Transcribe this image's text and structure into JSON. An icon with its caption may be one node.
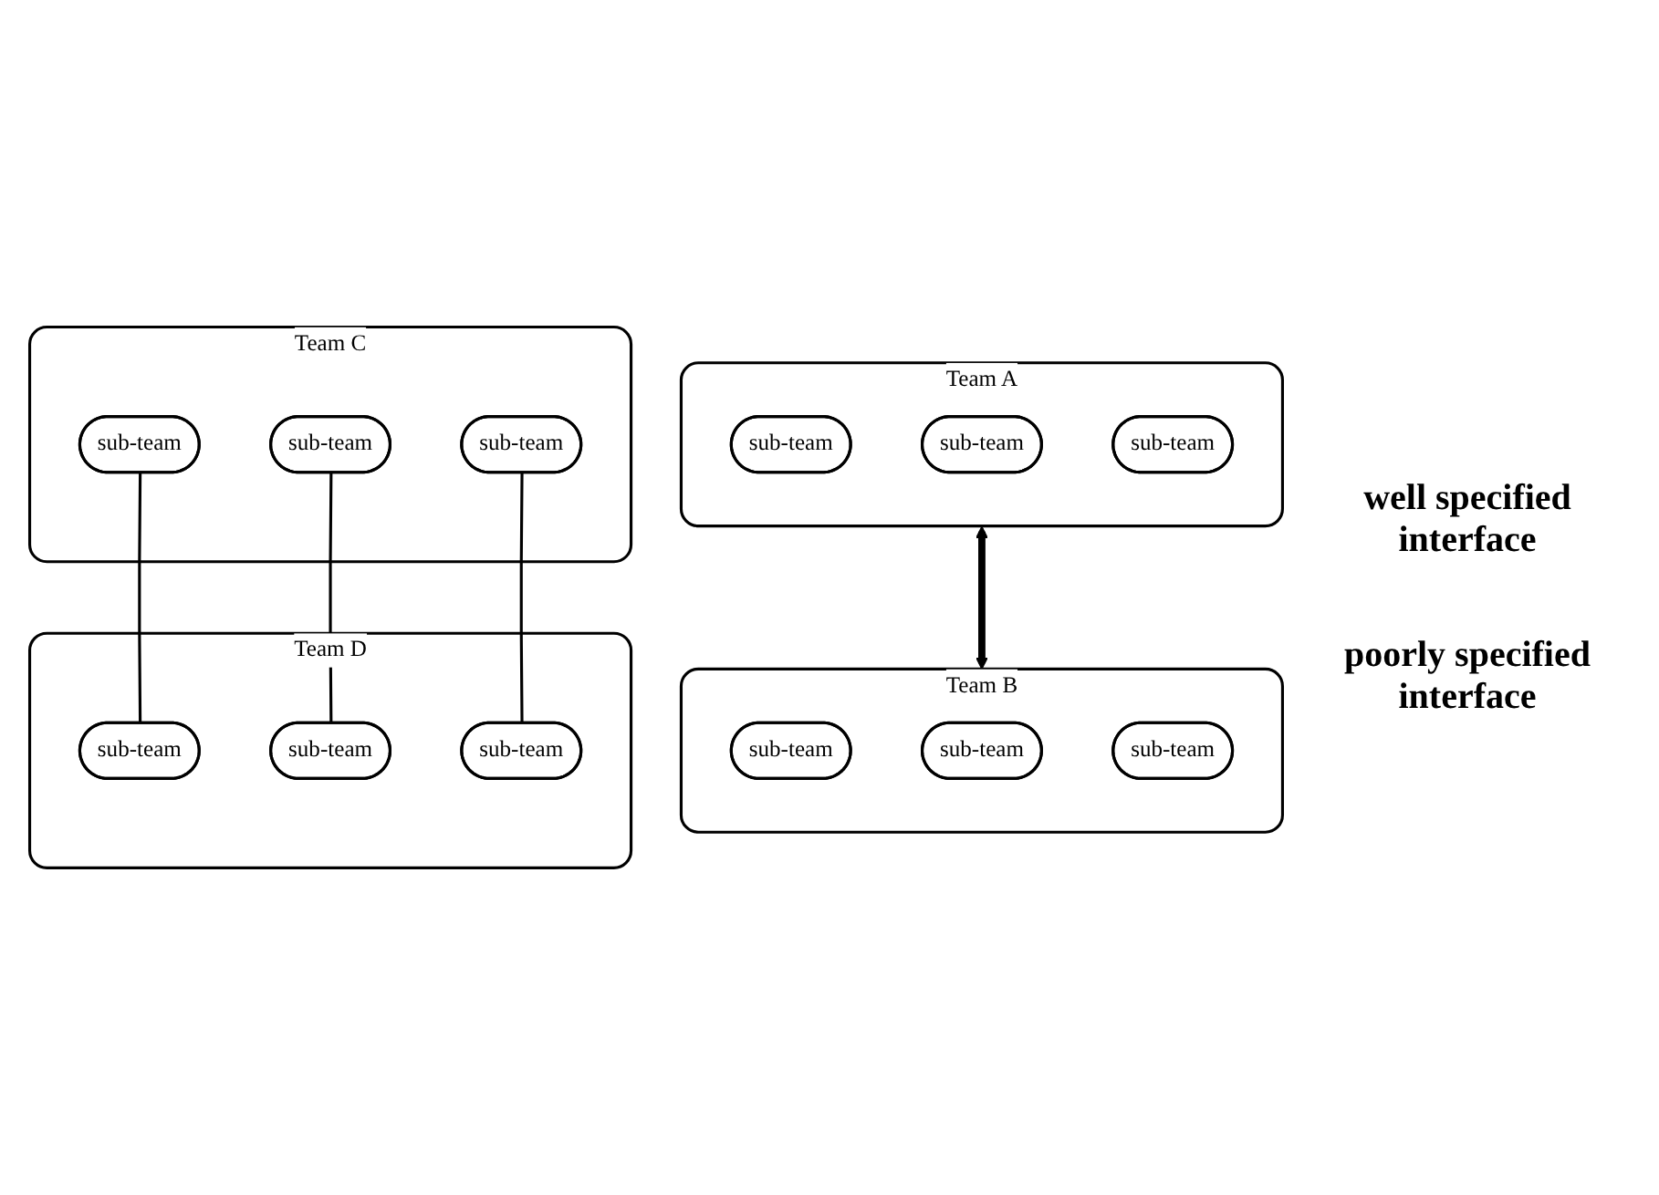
{
  "diagram": {
    "nodes": [
      {
        "text": [
          "Team A"
        ]
      },
      {
        "text": [
          "sub-team"
        ],
        "in": 0
      },
      {
        "text": [
          "sub-team"
        ],
        "in": 0
      },
      {
        "text": [
          "sub-team"
        ],
        "in": 0
      },
      {
        "text": [
          "Team C"
        ]
      },
      {
        "text": [
          "sub-team"
        ],
        "in": 4
      },
      {
        "text": [
          "sub-team"
        ],
        "in": 4
      },
      {
        "text": [
          "sub-team"
        ],
        "in": 4
      },
      {
        "text": [
          "Team B"
        ]
      },
      {
        "text": [
          "sub-team"
        ],
        "in": 8
      },
      {
        "text": [
          "sub-team"
        ],
        "in": 8
      },
      {
        "text": [
          "sub-team"
        ],
        "in": 8
      },
      {
        "text": [
          "Team D"
        ]
      },
      {
        "text": [
          "sub-team"
        ],
        "in": 12
      },
      {
        "text": [
          "sub-team"
        ],
        "in": 12
      },
      {
        "text": [
          "sub-team"
        ],
        "in": 12
      }
    ],
    "edges": [
      {
        "from": 0,
        "to": 8,
        "arrow": "both",
        "style": "thick"
      },
      {
        "from": 5,
        "to": 15,
        "arrow": "none"
      },
      {
        "from": 6,
        "to": 14,
        "arrow": "none"
      },
      {
        "from": 7,
        "to": 13,
        "arrow": "none"
      }
    ],
    "labels": [
      "well specified interface",
      "poorly specified interface"
    ]
  }
}
